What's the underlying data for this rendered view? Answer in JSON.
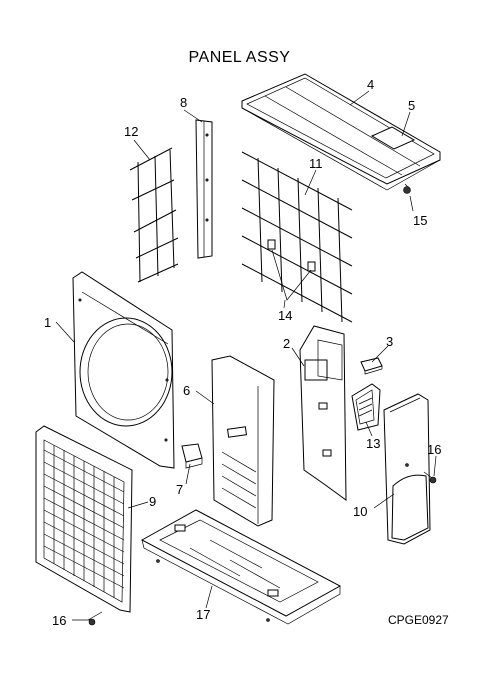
{
  "diagram": {
    "title": "PANEL ASSY",
    "drawing_code": "CPGE0927",
    "part_labels": {
      "p1": "1",
      "p2": "2",
      "p3": "3",
      "p4": "4",
      "p5": "5",
      "p6": "6",
      "p7": "7",
      "p8": "8",
      "p9": "9",
      "p10": "10",
      "p11": "11",
      "p12": "12",
      "p13": "13",
      "p14": "14",
      "p15": "15",
      "p16a": "16",
      "p16b": "16",
      "p17": "17"
    }
  }
}
